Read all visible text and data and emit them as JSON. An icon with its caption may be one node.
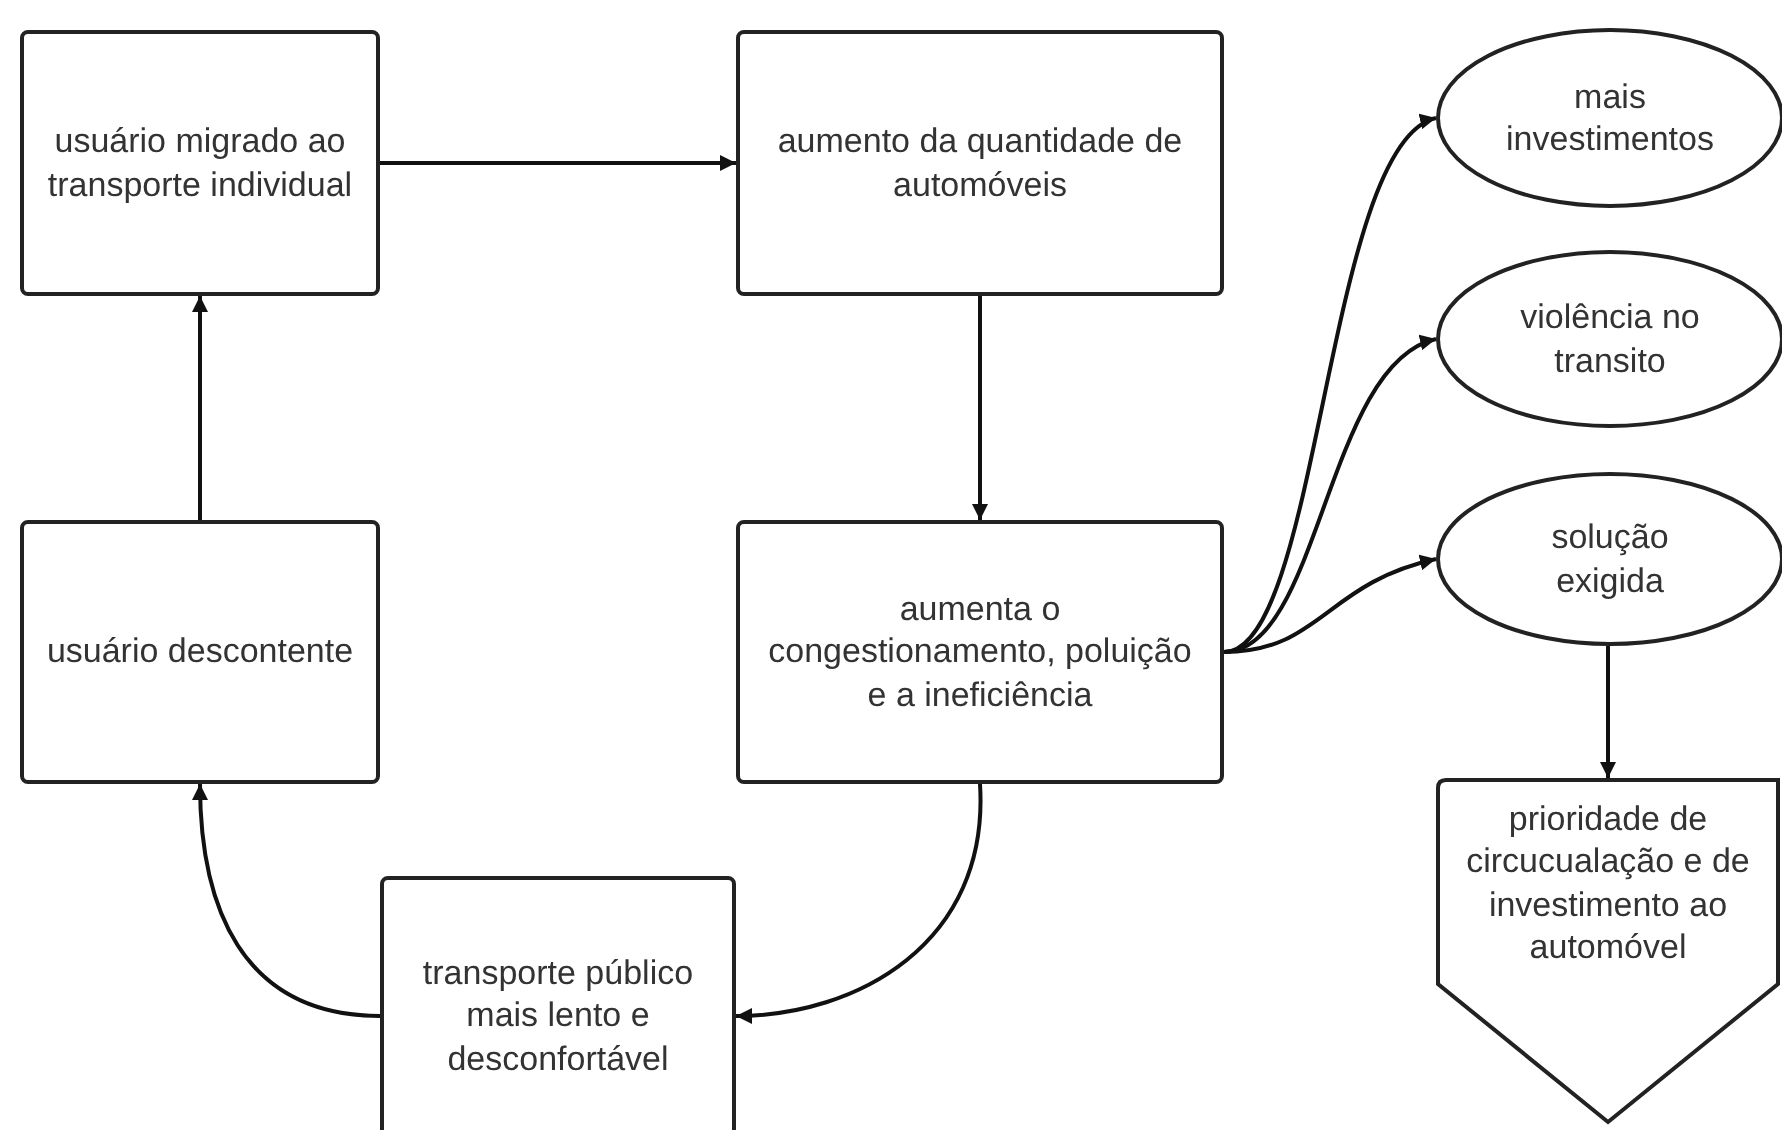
{
  "diagram": {
    "nodes": [
      {
        "text": [
          "usuário migrado ao transporte individual"
        ]
      },
      {
        "text": [
          "aumento da quantidade de automóveis"
        ]
      },
      {
        "text": [
          "usuário descontente"
        ]
      },
      {
        "text": [
          "aumenta o congestionamento, poluição e a ineficiência"
        ]
      },
      {
        "text": [
          "transporte público mais lento e desconfortável"
        ]
      },
      {
        "text": [
          "mais investimentos"
        ]
      },
      {
        "text": [
          "violência no transito"
        ]
      },
      {
        "text": [
          "solução exigida"
        ]
      },
      {
        "text": [
          "prioridade de circucualação e de investimento ao automóvel"
        ]
      }
    ],
    "edges": [
      {
        "from": 0,
        "to": 1,
        "arrow": "to"
      },
      {
        "from": 1,
        "to": 3,
        "arrow": "to"
      },
      {
        "from": 3,
        "to": 5,
        "arrow": "to"
      },
      {
        "from": 3,
        "to": 6,
        "arrow": "to"
      },
      {
        "from": 3,
        "to": 7,
        "arrow": "to"
      },
      {
        "from": 7,
        "to": 8,
        "arrow": "to"
      },
      {
        "from": 3,
        "to": 4,
        "arrow": "to"
      },
      {
        "from": 4,
        "to": 2,
        "arrow": "to"
      },
      {
        "from": 2,
        "to": 0,
        "arrow": "to"
      }
    ]
  }
}
